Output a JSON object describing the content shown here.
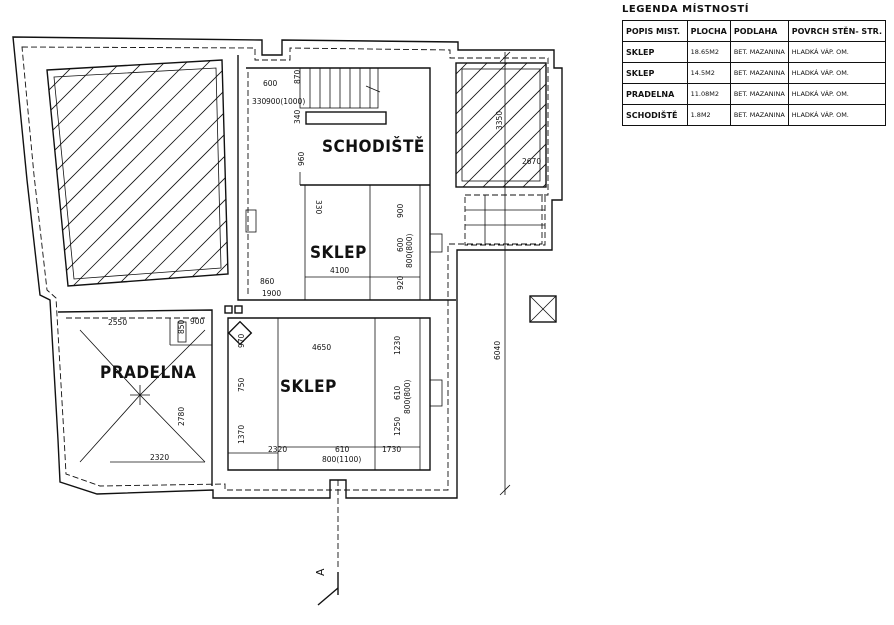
{
  "legend": {
    "title": "LEGENDA MÍSTNOSTÍ",
    "headers": [
      "POPIS MIST.",
      "PLOCHA",
      "PODLAHA",
      "POVRCH STĚN- STR."
    ],
    "rows": [
      [
        "SKLEP",
        "18.65M2",
        "BET. MAZANINA",
        "HLADKÁ VÁP. OM."
      ],
      [
        "SKLEP",
        "14.5M2",
        "BET. MAZANINA",
        "HLADKÁ VÁP. OM."
      ],
      [
        "PRADELNA",
        "11.08M2",
        "BET. MAZANINA",
        "HLADKÁ VÁP. OM."
      ],
      [
        "SCHODIŠTĚ",
        "1.8M2",
        "BET. MAZANINA",
        "HLADKÁ VÁP. OM."
      ]
    ]
  },
  "rooms": {
    "schodiste": "SCHODIŠTĚ",
    "sklep_upper": "SKLEP",
    "sklep_lower": "SKLEP",
    "pradelna": "PRADELNA"
  },
  "dims": {
    "d600": "600",
    "d870": "870",
    "d330a": "330",
    "d900_1000": "900(1000)",
    "d340": "340",
    "d960": "960",
    "d330b": "330",
    "d900a": "900",
    "d600b": "600",
    "d800_800a": "800(800)",
    "d4100": "4100",
    "d920": "920",
    "d860": "860",
    "d1900": "1900",
    "d3350": "3350",
    "d2670": "2670",
    "d2550": "2550",
    "d850": "850",
    "d900b": "900",
    "d970": "970",
    "d4650": "4650",
    "d1230": "1230",
    "d750": "750",
    "d610a": "610",
    "d800_800b": "800(800)",
    "d2780": "2780",
    "d1370": "1370",
    "d1250": "1250",
    "d2320a": "2320",
    "d2320b": "2320",
    "d610b": "610",
    "d800_1100": "800(1100)",
    "d1730": "1730",
    "d6040": "6040"
  },
  "section_mark": "A"
}
